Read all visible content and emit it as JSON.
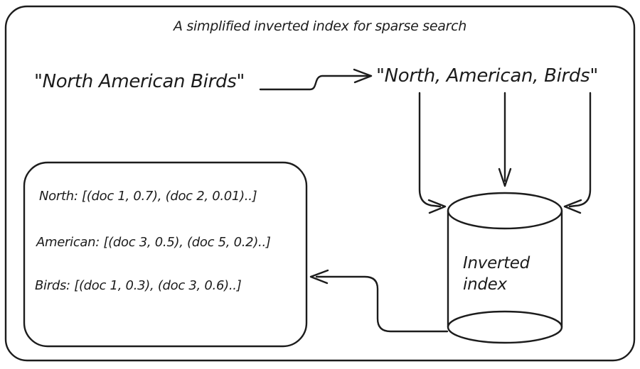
{
  "title": "A simplified inverted index for sparse search",
  "source": {
    "text": "\"North American Birds\""
  },
  "tokens": {
    "text": "\"North, American, Birds\"",
    "items": [
      "North",
      "American",
      "Birds"
    ]
  },
  "index_store": {
    "label": "Inverted\nindex",
    "shape": "cylinder"
  },
  "postings": {
    "entries": [
      "North: [(doc 1, 0.7), (doc 2, 0.01)..]",
      "American: [(doc 3, 0.5), (doc 5, 0.2)..]",
      "Birds: [(doc 1, 0.3), (doc 3, 0.6)..]"
    ]
  },
  "colors": {
    "ink": "#1c1c1c",
    "background": "#ffffff"
  }
}
